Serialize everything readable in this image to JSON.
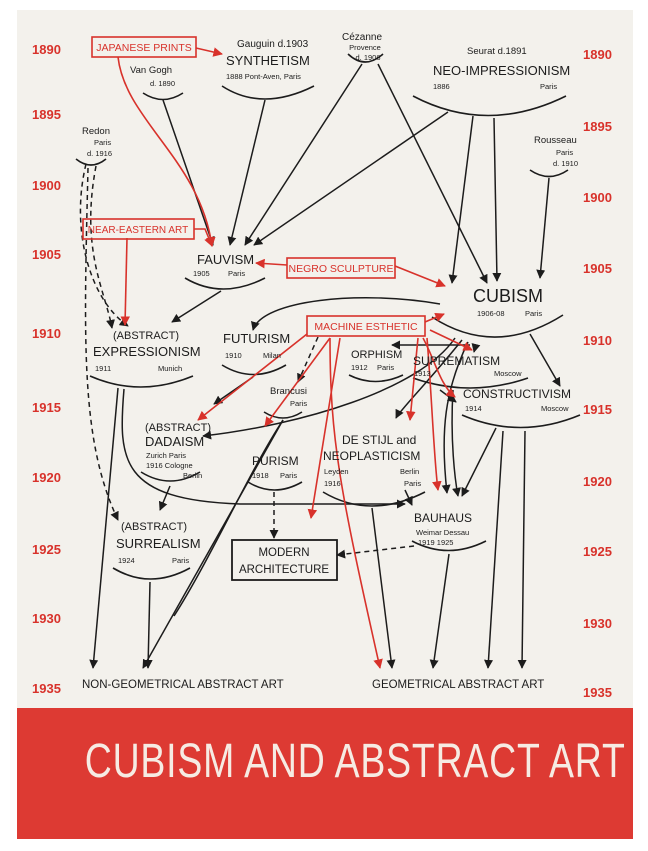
{
  "colors": {
    "paper": "#f3f1ec",
    "ink": "#1c1c1c",
    "accent": "#d8322b",
    "band": "#dd3a33",
    "band_text": "#f6ebe3"
  },
  "title": "CUBISM AND ABSTRACT ART",
  "years": [
    "1890",
    "1895",
    "1900",
    "1905",
    "1910",
    "1915",
    "1920",
    "1925",
    "1930",
    "1935"
  ],
  "influences": {
    "japanese_prints": "JAPANESE PRINTS",
    "near_eastern_art": "NEAR-EASTERN ART",
    "negro_sculpture": "NEGRO SCULPTURE",
    "machine_esthetic": "MACHINE ESTHETIC"
  },
  "nodes": {
    "gauguin": {
      "artist": "Gauguin d.1903",
      "movement": "SYNTHETISM",
      "detail": "1888 Pont-Aven, Paris"
    },
    "cezanne": {
      "artist": "Cézanne",
      "place": "Provence",
      "date": "d. 1906"
    },
    "seurat": {
      "artist": "Seurat d.1891",
      "movement": "NEO-IMPRESSIONISM",
      "year": "1886",
      "city": "Paris"
    },
    "van_gogh": {
      "artist": "Van Gogh",
      "date": "d. 1890"
    },
    "redon": {
      "artist": "Redon",
      "place": "Paris",
      "date": "d. 1916"
    },
    "rousseau": {
      "artist": "Rousseau",
      "place": "Paris",
      "date": "d. 1910"
    },
    "fauvism": {
      "name": "FAUVISM",
      "year": "1905",
      "city": "Paris"
    },
    "cubism": {
      "name": "CUBISM",
      "year": "1906-08",
      "city": "Paris"
    },
    "expressionism": {
      "qualifier": "(ABSTRACT)",
      "name": "EXPRESSIONISM",
      "year": "1911",
      "city": "Munich"
    },
    "futurism": {
      "name": "FUTURISM",
      "year": "1910",
      "city": "Milan"
    },
    "orphism": {
      "name": "ORPHISM",
      "year": "1912",
      "city": "Paris"
    },
    "suprematism": {
      "name": "SUPREMATISM",
      "year": "1913",
      "city": "Moscow"
    },
    "constructivism": {
      "name": "CONSTRUCTIVISM",
      "year": "1914",
      "city": "Moscow"
    },
    "brancusi": {
      "artist": "Brancusi",
      "place": "Paris"
    },
    "dadaism": {
      "qualifier": "(ABSTRACT)",
      "name": "DADAISM",
      "line1": "Zurich Paris",
      "line2": "1916 Cologne",
      "line3": "Berlin"
    },
    "purism": {
      "name": "PURISM",
      "year": "1918",
      "city": "Paris"
    },
    "de_stijl": {
      "name1": "DE STIJL and",
      "name2": "NEOPLASTICISM",
      "city1": "Leyden",
      "city2": "Berlin",
      "year": "1916",
      "city3": "Paris"
    },
    "bauhaus": {
      "name": "BAUHAUS",
      "cities": "Weimar Dessau",
      "years": "1919 1925"
    },
    "surrealism": {
      "qualifier": "(ABSTRACT)",
      "name": "SURREALISM",
      "year": "1924",
      "city": "Paris"
    },
    "modern_architecture": {
      "line1": "MODERN",
      "line2": "ARCHITECTURE"
    }
  },
  "outcomes": {
    "non_geometrical": "NON-GEOMETRICAL ABSTRACT ART",
    "geometrical": "GEOMETRICAL ABSTRACT ART"
  }
}
